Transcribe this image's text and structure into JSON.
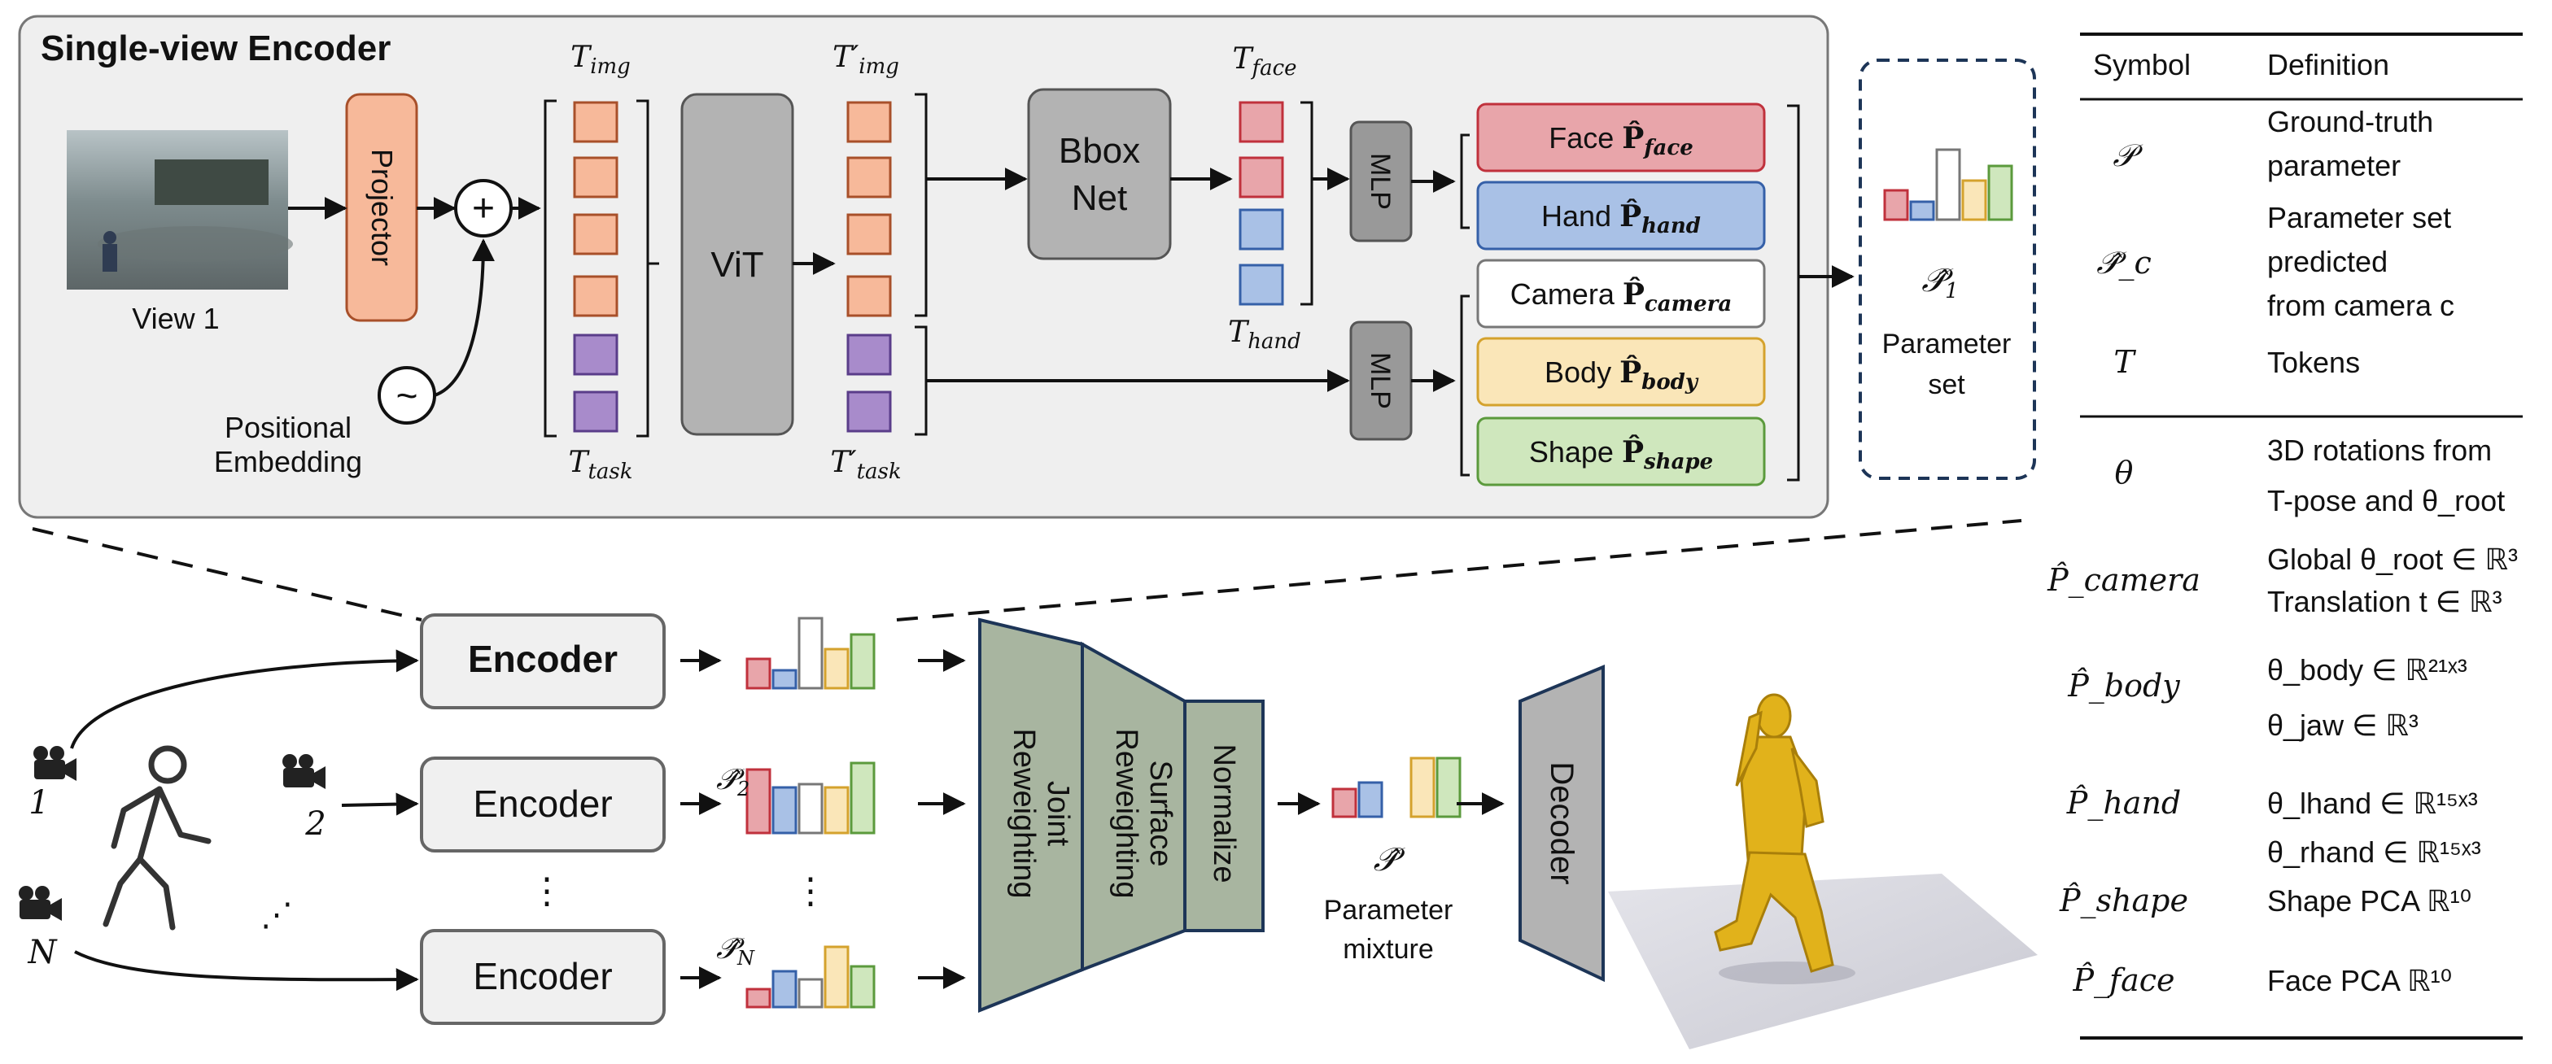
{
  "encoder_panel": {
    "title": "Single-view Encoder",
    "view_label": "View 1",
    "projector": "Projector",
    "plus": "+",
    "tilde": "~",
    "pos_emb_1": "Positional",
    "pos_emb_2": "Embedding",
    "vit": "ViT",
    "bbox_1": "Bbox",
    "bbox_2": "Net",
    "mlp": "MLP",
    "t_img": {
      "base": "T",
      "sub": "img"
    },
    "t_task": {
      "base": "T",
      "sub": "task"
    },
    "t_img_p": {
      "base": "T′",
      "sub": "img"
    },
    "t_task_p": {
      "base": "T′",
      "sub": "task"
    },
    "t_face": {
      "base": "T",
      "sub": "face"
    },
    "t_hand": {
      "base": "T",
      "sub": "hand"
    },
    "outputs": [
      {
        "label": "Face",
        "sym": "P̂",
        "sub": "face",
        "fill": "#e8a5aa",
        "stroke": "#c0313c"
      },
      {
        "label": "Hand",
        "sym": "P̂",
        "sub": "hand",
        "fill": "#a9c1e6",
        "stroke": "#3560a8"
      },
      {
        "label": "Camera",
        "sym": "P̂",
        "sub": "camera",
        "fill": "#ffffff",
        "stroke": "#777777"
      },
      {
        "label": "Body",
        "sym": "P̂",
        "sub": "body",
        "fill": "#fae6b8",
        "stroke": "#d4a22d"
      },
      {
        "label": "Shape",
        "sym": "P̂",
        "sub": "shape",
        "fill": "#cfe7bd",
        "stroke": "#5b9a3c"
      }
    ],
    "param_set_sym": "𝒫̂",
    "param_set_sub": "1",
    "param_set_1": "Parameter",
    "param_set_2": "set"
  },
  "pipeline": {
    "encoder_bold": "Encoder",
    "encoder": "Encoder",
    "cam_labels": [
      "1",
      "2",
      "N"
    ],
    "dots": "⋮",
    "hdots": "⋰",
    "p2": {
      "sym": "𝒫̂",
      "sub": "2"
    },
    "pn": {
      "sym": "𝒫̂",
      "sub": "N"
    },
    "joint_1": "Joint",
    "joint_2": "Reweighting",
    "surface_1": "Surface",
    "surface_2": "Reweighting",
    "normalize": "Normalize",
    "mix_sym": "𝒫̂",
    "mix_1": "Parameter",
    "mix_2": "mixture",
    "decoder": "Decoder"
  },
  "table": {
    "headers": [
      "Symbol",
      "Definition"
    ],
    "rows": [
      {
        "sym": "𝒫",
        "def": [
          "Ground-truth",
          "parameter"
        ]
      },
      {
        "sym": "𝒫̂_c",
        "def": [
          "Parameter set",
          "predicted",
          "from camera c"
        ]
      },
      {
        "sym": "T",
        "def": [
          "Tokens"
        ]
      },
      {
        "sym": "θ",
        "def": [
          "3D rotations from",
          "T-pose and θ_root"
        ]
      },
      {
        "sym": "P̂_camera",
        "def": [
          "Global θ_root ∈ ℝ³",
          "Translation t ∈ ℝ³"
        ]
      },
      {
        "sym": "P̂_body",
        "def": [
          "θ_body ∈ ℝ²¹ˣ³",
          "θ_jaw ∈ ℝ³"
        ]
      },
      {
        "sym": "P̂_hand",
        "def": [
          "θ_lhand ∈ ℝ¹⁵ˣ³",
          "θ_rhand ∈ ℝ¹⁵ˣ³"
        ]
      },
      {
        "sym": "P̂_shape",
        "def": [
          "Shape PCA ℝ¹⁰"
        ]
      },
      {
        "sym": "P̂_face",
        "def": [
          "Face PCA ℝ¹⁰"
        ]
      }
    ]
  },
  "colors": {
    "token_orange": "#f7b99a",
    "token_purple": "#a88bcb",
    "red": "#c0313c",
    "blue": "#3560a8",
    "yellow": "#d4a22d",
    "green": "#5b9a3c",
    "module_green": "#a8b5a0",
    "panel_bg": "#efefef"
  }
}
